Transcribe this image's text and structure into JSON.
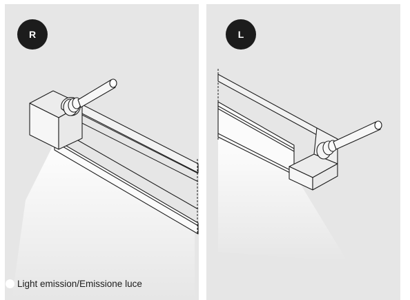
{
  "panels": [
    {
      "badge": "R"
    },
    {
      "badge": "L"
    }
  ],
  "legend": {
    "label": "Light emission/Emissione luce"
  },
  "colors": {
    "panel_background": "#e6e6e6",
    "badge_background": "#1c1c1c",
    "badge_text": "#ffffff",
    "line_stroke": "#1c1c1c",
    "light_emission": "#ffffff"
  }
}
